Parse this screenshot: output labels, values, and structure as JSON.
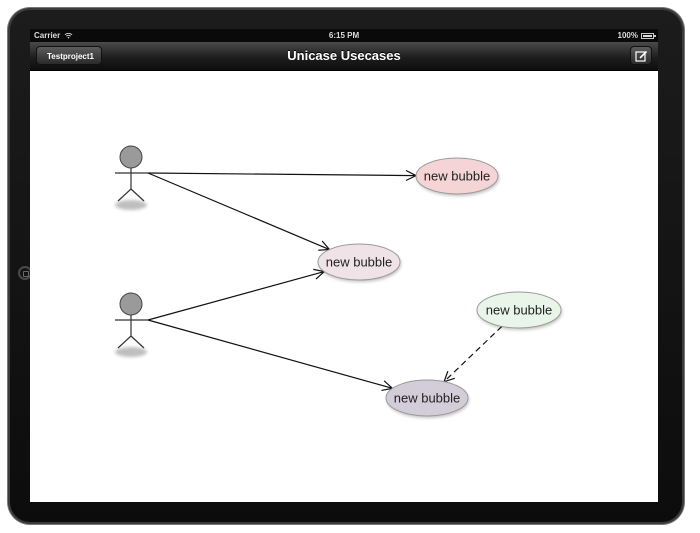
{
  "status_bar": {
    "carrier": "Carrier",
    "time": "6:15 PM",
    "battery": "100%",
    "wifi_icon": "wifi-icon",
    "battery_icon": "battery-icon"
  },
  "nav_bar": {
    "back_label": "Testproject1",
    "title": "Unicase Usecases",
    "compose_icon": "compose-icon"
  },
  "diagram": {
    "actors": [
      {
        "id": "actor-1"
      },
      {
        "id": "actor-2"
      }
    ],
    "bubbles": [
      {
        "id": "bubble-1",
        "label": "new bubble",
        "fill": "#f4d4d4"
      },
      {
        "id": "bubble-2",
        "label": "new bubble",
        "fill": "#efe3e7"
      },
      {
        "id": "bubble-3",
        "label": "new bubble",
        "fill": "#eaf5ea"
      },
      {
        "id": "bubble-4",
        "label": "new bubble",
        "fill": "#d3ccd9"
      }
    ],
    "connections": [
      {
        "from": "actor-1",
        "to": "bubble-1",
        "style": "solid"
      },
      {
        "from": "actor-1",
        "to": "bubble-2",
        "style": "solid"
      },
      {
        "from": "actor-2",
        "to": "bubble-2",
        "style": "solid"
      },
      {
        "from": "actor-2",
        "to": "bubble-4",
        "style": "solid"
      },
      {
        "from": "bubble-3",
        "to": "bubble-4",
        "style": "dashed"
      }
    ],
    "colors": {
      "actor_fill": "#9a9a9a",
      "line": "#111111"
    }
  }
}
